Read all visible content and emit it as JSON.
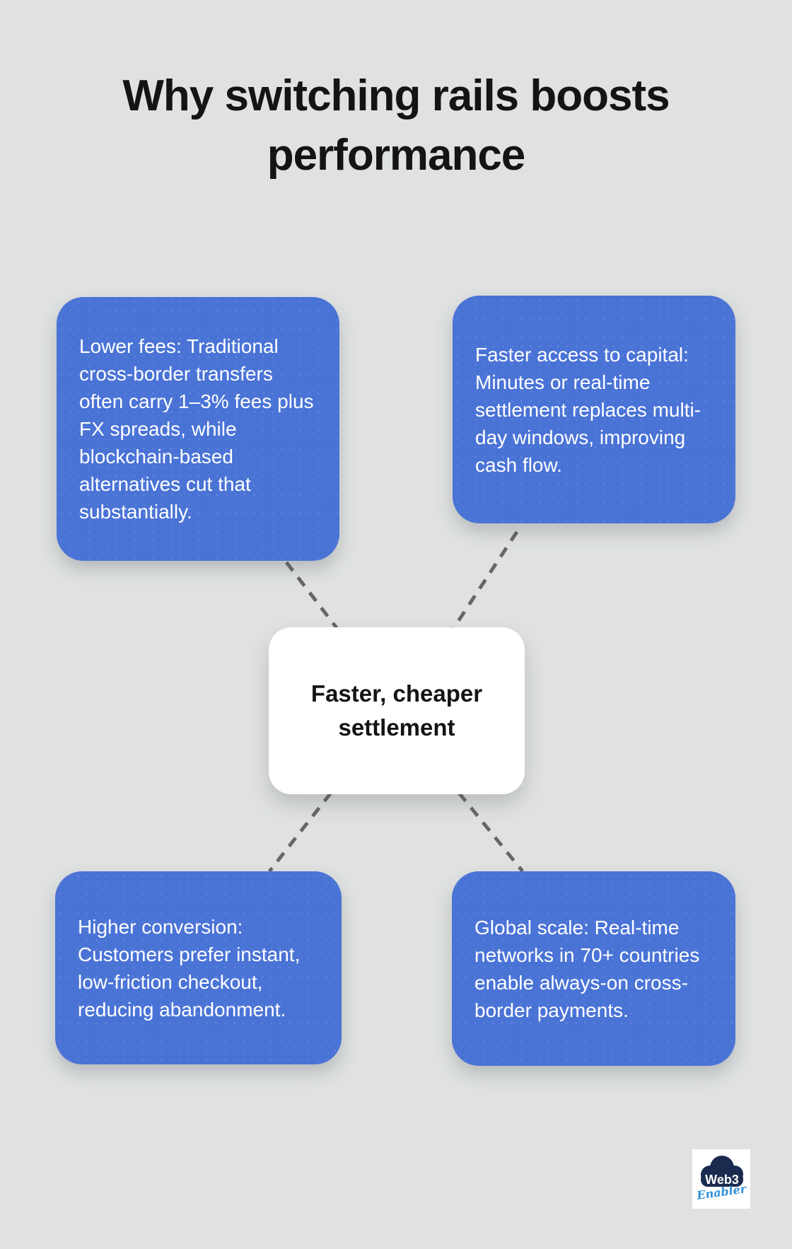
{
  "title": "Why switching rails boosts performance",
  "center_node": {
    "label": "Faster, cheaper settlement"
  },
  "nodes": [
    {
      "id": "lower-fees",
      "text": "Lower fees: Traditional cross-border transfers often carry 1–3% fees plus FX spreads, while blockchain-based alternatives cut that substantially."
    },
    {
      "id": "faster-access",
      "text": "Faster access to capital: Minutes or real-time settlement replaces multi-day windows, improving cash flow."
    },
    {
      "id": "higher-conversion",
      "text": "Higher conversion: Customers prefer instant, low-friction checkout, reducing abandonment."
    },
    {
      "id": "global-scale",
      "text": "Global scale: Real-time networks in 70+ countries enable always-on cross-border payments."
    }
  ],
  "logo": {
    "line1": "Web3",
    "line2": "Enabler"
  },
  "colors": {
    "background": "#e0e2e2",
    "node_blue": "#4a73d6",
    "node_text": "#ffffff",
    "center_bg": "#ffffff",
    "center_text": "#141414",
    "title_color": "#141414",
    "connector": "#666666",
    "logo_navy": "#1b2b50",
    "logo_blue": "#2f8fd6"
  }
}
